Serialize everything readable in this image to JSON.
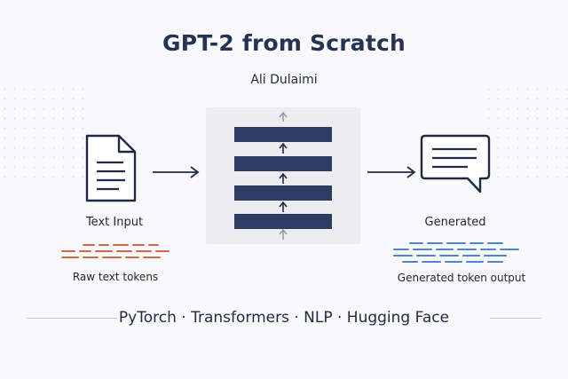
{
  "title": "GPT-2 from Scratch",
  "author": "Ali Dulaimi",
  "input": {
    "label": "Text Input",
    "sublabel": "Raw text tokens",
    "icon": "document-icon",
    "dash_color": "#cf6a4c"
  },
  "model": {
    "layers": 4,
    "icon": "transformer-stack",
    "bar_color": "#2c3d63"
  },
  "output": {
    "label": "Generated",
    "sublabel": "Generated token output",
    "icon": "chat-bubble-icon",
    "dash_color": "#4a86cf"
  },
  "footer": "PyTorch · Transformers · NLP · Hugging Face"
}
